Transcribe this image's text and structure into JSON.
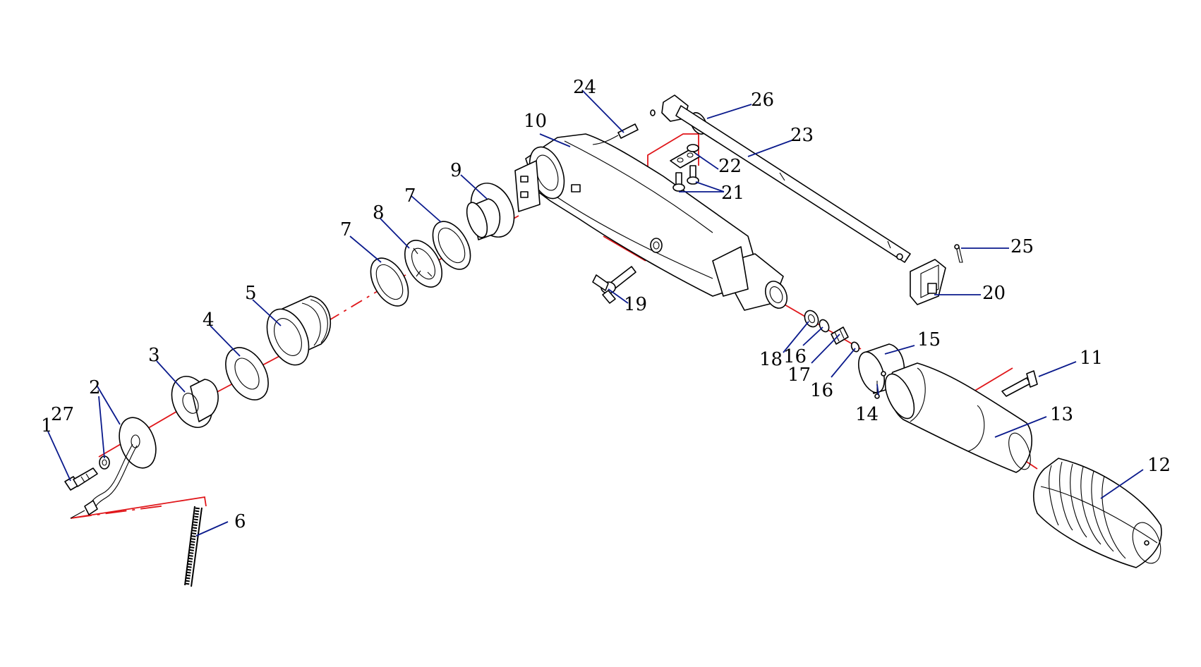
{
  "diagram": {
    "colors": {
      "axis": "#e0161a",
      "leader": "#0a1a8c",
      "line": "#000000"
    },
    "labels": [
      "1",
      "2",
      "3",
      "4",
      "5",
      "6",
      "7",
      "7",
      "8",
      "9",
      "10",
      "11",
      "12",
      "13",
      "14",
      "15",
      "16",
      "16",
      "17",
      "18",
      "19",
      "20",
      "21",
      "22",
      "23",
      "24",
      "25",
      "26",
      "27"
    ]
  }
}
